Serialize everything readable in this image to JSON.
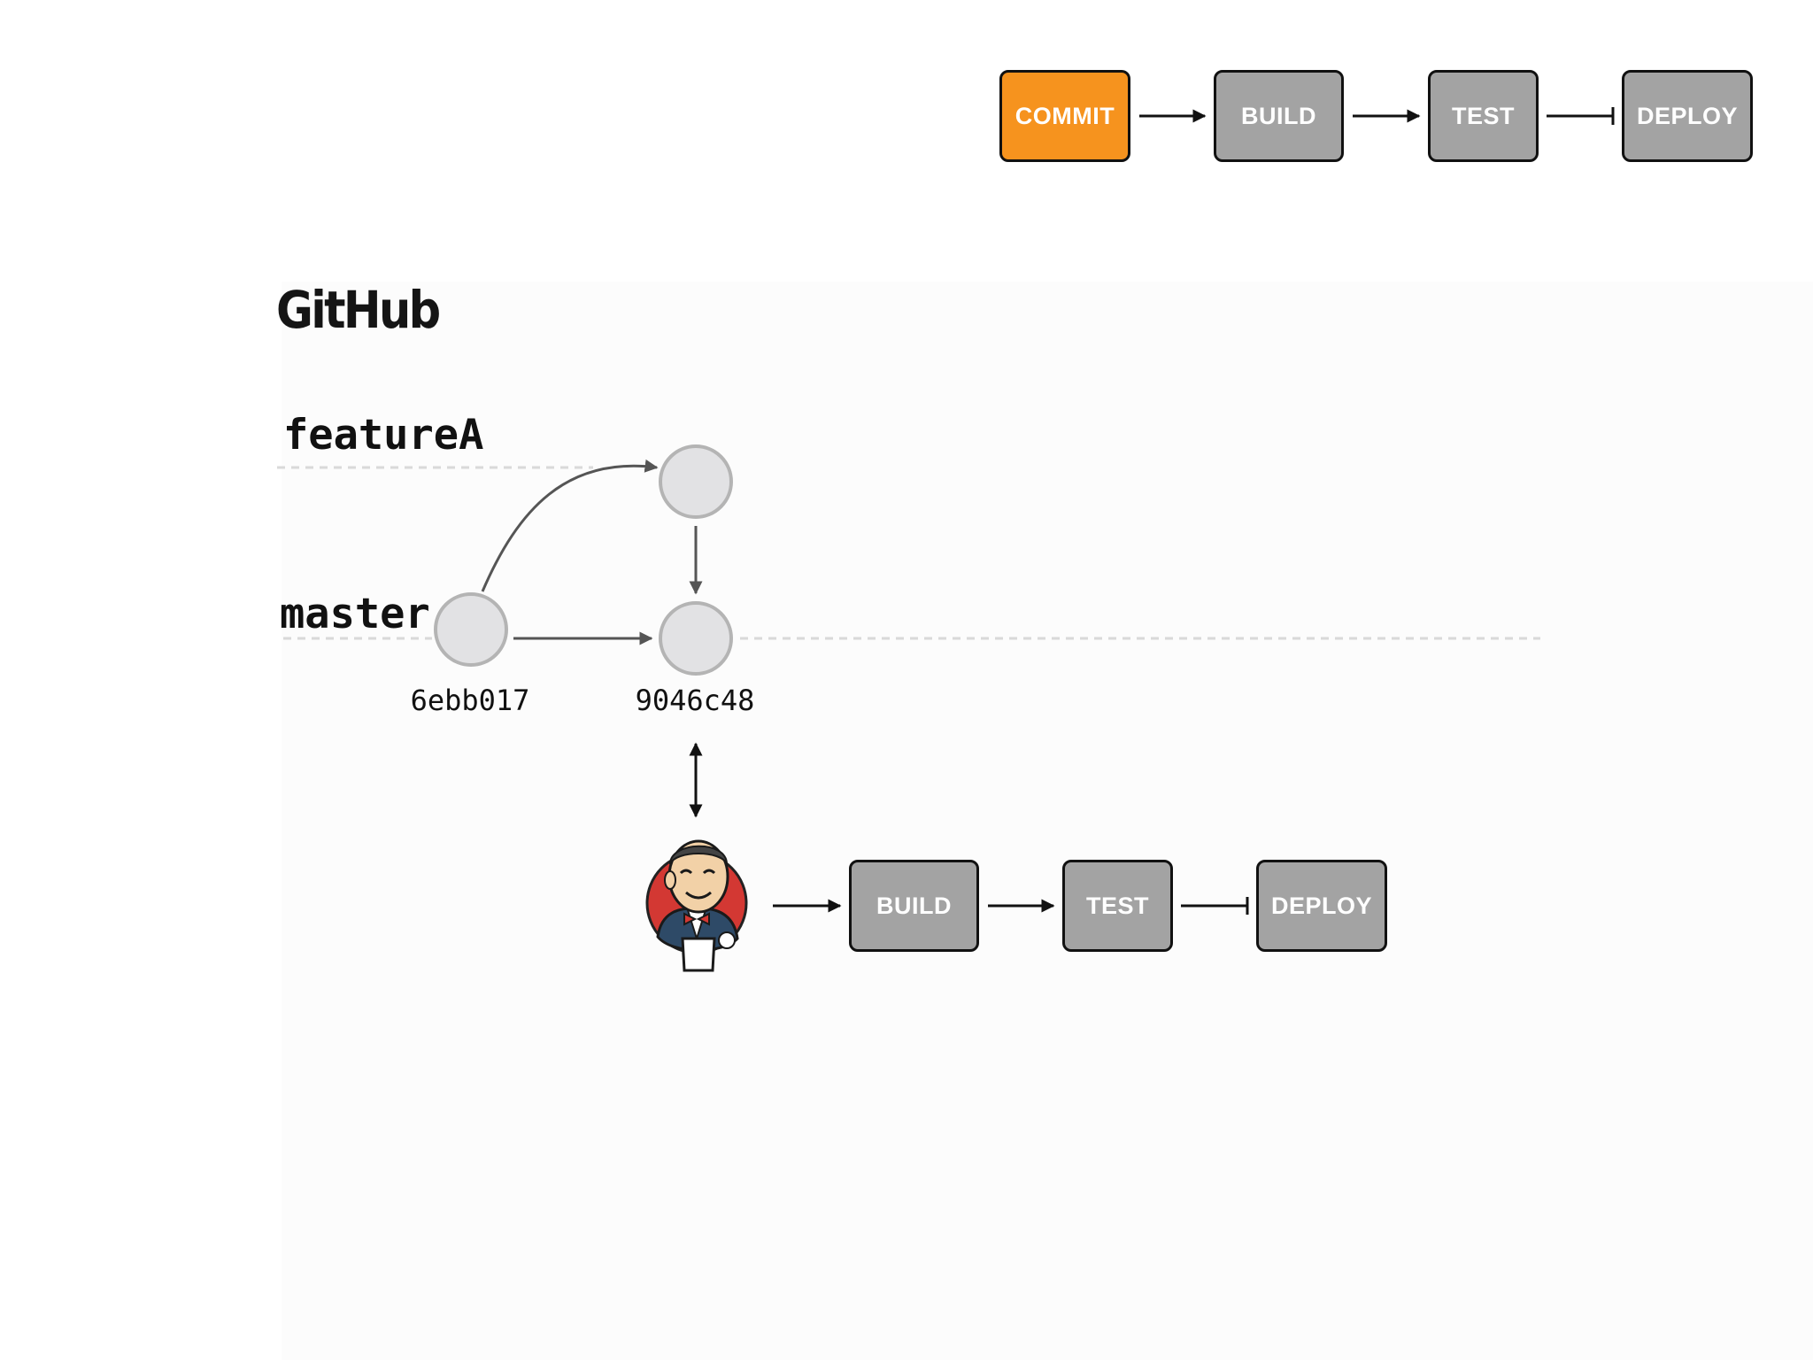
{
  "top_pipeline": {
    "stages": [
      {
        "label": "COMMIT",
        "state": "active"
      },
      {
        "label": "BUILD",
        "state": "idle"
      },
      {
        "label": "TEST",
        "state": "idle"
      },
      {
        "label": "DEPLOY",
        "state": "idle"
      }
    ]
  },
  "repo": {
    "logo_text": "GitHub",
    "branches": {
      "feature": "featureA",
      "master": "master"
    },
    "commits": {
      "base": "6ebb017",
      "merge": "9046c48"
    }
  },
  "ci": {
    "icon": "jenkins-butler-icon",
    "stages": [
      {
        "label": "BUILD",
        "state": "idle"
      },
      {
        "label": "TEST",
        "state": "idle"
      },
      {
        "label": "DEPLOY",
        "state": "idle"
      }
    ]
  },
  "colors": {
    "active": "#f6931e",
    "idle": "#a3a3a3",
    "node_fill": "#e2e2e4",
    "node_stroke": "#b4b4b4",
    "edge": "#555555"
  }
}
